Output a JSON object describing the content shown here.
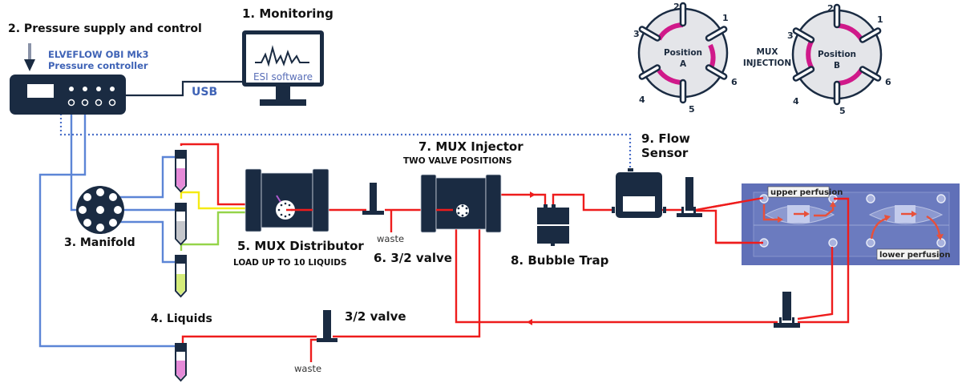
{
  "colors": {
    "device_navy": "#1a2b42",
    "tube_red": "#ee1c1c",
    "tube_blue": "#5c85d6",
    "tube_yellow": "#f5ea14",
    "tube_green": "#95d44a",
    "valve_path_magenta": "#d0198a",
    "chip_background": "#6070b8",
    "liquid_pink": "#e58ad8",
    "liquid_gray": "#c5c7cc",
    "liquid_lime": "#d4ec7a"
  },
  "labels": {
    "monitoring": "1. Monitoring",
    "software": "ESI software",
    "pressure_title": "2. Pressure supply and control",
    "controller_line1": "ELVEFLOW OBI Mk3",
    "controller_line2": "Pressure controller",
    "usb": "USB",
    "manifold": "3. Manifold",
    "liquids": "4. Liquids",
    "distributor": "5. MUX Distributor",
    "distributor_sub": "LOAD UP TO 10 LIQUIDS",
    "valve6": "6. 3/2 valve",
    "waste_top": "waste",
    "injector": "7. MUX Injector",
    "injector_sub": "TWO VALVE POSITIONS",
    "bubble_trap": "8. Bubble Trap",
    "flow_sensor_line1": "9. Flow",
    "flow_sensor_line2": "Sensor",
    "valve_bottom": "3/2 valve",
    "waste_bottom": "waste",
    "upper_perfusion": "upper perfusion",
    "lower_perfusion": "lower perfusion"
  },
  "mux_injection": {
    "title_line1": "MUX",
    "title_line2": "INJECTION",
    "positions": [
      {
        "name_line1": "Position",
        "name_line2": "A",
        "ports": [
          "1",
          "2",
          "3",
          "4",
          "5",
          "6"
        ],
        "connected_pairs": [
          [
            "2",
            "3"
          ],
          [
            "1",
            "6"
          ],
          [
            "4",
            "5"
          ]
        ]
      },
      {
        "name_line1": "Position",
        "name_line2": "B",
        "ports": [
          "1",
          "2",
          "3",
          "4",
          "5",
          "6"
        ],
        "connected_pairs": [
          [
            "1",
            "2"
          ],
          [
            "3",
            "4"
          ],
          [
            "5",
            "6"
          ]
        ]
      }
    ]
  }
}
